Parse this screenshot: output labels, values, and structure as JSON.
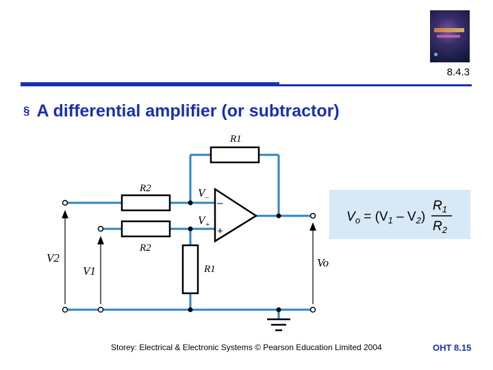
{
  "section_number": "8.4.3",
  "title": {
    "bullet": "§",
    "text": "A differential amplifier (or subtractor)"
  },
  "circuit": {
    "labels": {
      "r1_feedback": "R1",
      "r2_input": "R2",
      "r2_lower": "R2",
      "r1_ground": "R1",
      "v_minus": "V",
      "v_minus_sub": "–",
      "v_plus": "V",
      "v_plus_sub": "+",
      "minus_sign": "–",
      "plus_sign": "+",
      "v2": "V2",
      "v1": "V1",
      "vo": "Vo"
    },
    "formula": {
      "lhs": "V",
      "lhs_sub": "o",
      "eq": " = (V",
      "v1_sub": "1",
      "mid": " – V",
      "v2_sub": "2",
      "close": ")",
      "num": "R",
      "num_sub": "1",
      "den": "R",
      "den_sub": "2"
    },
    "colors": {
      "wire": "#2a86c6",
      "component": "#000000"
    }
  },
  "footer": {
    "credit": "Storey: Electrical & Electronic Systems © Pearson Education Limited 2004",
    "page": "OHT 8.15"
  },
  "colors": {
    "accent": "#1a2fb0",
    "formula_bg": "#d7e8f6"
  }
}
